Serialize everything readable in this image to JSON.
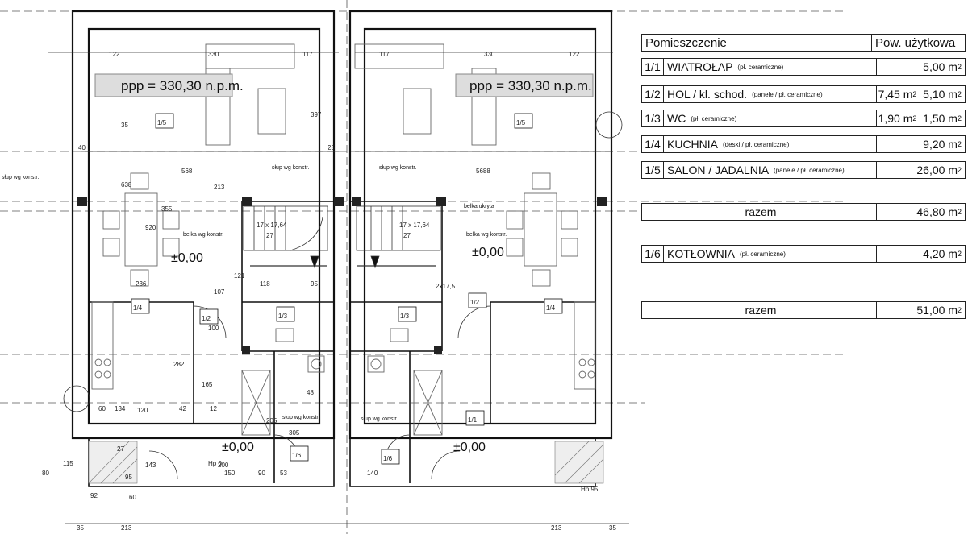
{
  "plan": {
    "level_left": "ppp = 330,30 n.p.m.",
    "level_right": "ppp = 330,30 n.p.m.",
    "zero_level": "±0,00",
    "beam_hidden": "belka ukryta",
    "column_note": "słup wg konstr.",
    "beam_note": "belka wg konstr.",
    "stairs": "17 x 17,64",
    "stairs_count": "27",
    "rooms": [
      "1/1",
      "1/2",
      "1/3",
      "1/4",
      "1/5",
      "1/6"
    ],
    "dims_top_left": [
      "122",
      "330",
      "117"
    ],
    "dims_top_right": [
      "117",
      "330",
      "122"
    ],
    "dims_misc": [
      "397",
      "568",
      "5688",
      "40",
      "25",
      "213",
      "355",
      "638",
      "920",
      "236",
      "107",
      "95",
      "118",
      "121",
      "282",
      "134",
      "60",
      "42",
      "12",
      "165",
      "205",
      "305",
      "143",
      "100",
      "200",
      "80",
      "60",
      "150",
      "140",
      "90",
      "53",
      "48",
      "27",
      "95",
      "92",
      "115",
      "120",
      "35",
      "2x17,5",
      "Hp 95",
      "Hp 0"
    ],
    "dims_bottom": [
      "35",
      "213",
      "213",
      "35"
    ]
  },
  "table": {
    "header": {
      "room": "Pomieszczenie",
      "area": "Pow. użytkowa"
    },
    "rows": [
      {
        "id": "1/1",
        "name": "WIATROŁAP",
        "note": "(pł. ceramiczne)",
        "area": "5,00 m",
        "area2": ""
      },
      {
        "id": "1/2",
        "name": "HOL / kl. schod.",
        "note": "(panele / pł. ceramiczne)",
        "area": "7,45 m",
        "area2": "5,10 m"
      },
      {
        "id": "1/3",
        "name": "WC",
        "note": "(pł. ceramiczne)",
        "area": "1,90 m",
        "area2": "1,50 m"
      },
      {
        "id": "1/4",
        "name": "KUCHNIA",
        "note": "(deski / pł. ceramiczne)",
        "area": "9,20 m",
        "area2": ""
      },
      {
        "id": "1/5",
        "name": "SALON / JADALNIA",
        "note": "(panele / pł. ceramiczne)",
        "area": "26,00 m",
        "area2": ""
      }
    ],
    "sum1": {
      "label": "razem",
      "area": "46,80 m"
    },
    "row6": {
      "id": "1/6",
      "name": "KOTŁOWNIA",
      "note": "(pł. ceramiczne)",
      "area": "4,20 m"
    },
    "sum2": {
      "label": "razem",
      "area": "51,00 m"
    },
    "unit_exp": "2"
  }
}
